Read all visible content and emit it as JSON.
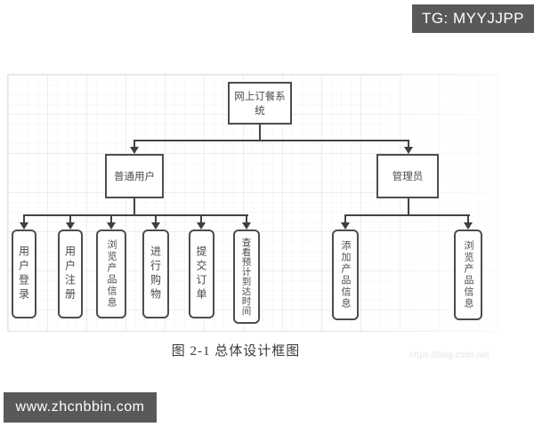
{
  "banners": {
    "top_right": "TG: MYYJJPP",
    "bottom_left": "www.zhcnbbin.com"
  },
  "diagram": {
    "root": {
      "label": "网上订餐系统"
    },
    "level2": [
      {
        "label": "普通用户"
      },
      {
        "label": "管理员"
      }
    ],
    "user_children": [
      {
        "label": "用户登录"
      },
      {
        "label": "用户注册"
      },
      {
        "label": "浏览产品信息"
      },
      {
        "label": "进行购物"
      },
      {
        "label": "提交订单"
      },
      {
        "label": "查看预计到达时间"
      }
    ],
    "admin_children": [
      {
        "label": "添加产品信息"
      },
      {
        "label": "浏览产品信息"
      }
    ]
  },
  "caption": "图 2-1 总体设计框图",
  "watermark": "https://blog.csdn.net",
  "colors": {
    "banner_bg": "#595959",
    "banner_text": "#ffffff",
    "box_border": "#4d4d4d",
    "connector": "#434343",
    "text": "#4a4a4a"
  }
}
